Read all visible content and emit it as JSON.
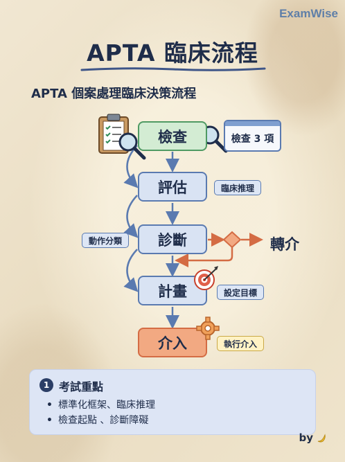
{
  "brand": "ExamWise",
  "title": "APTA 臨床流程",
  "subtitle": "APTA 個案處理臨床決策流程",
  "flow": {
    "steps": [
      "檢查",
      "評估",
      "診斷",
      "計畫",
      "介入"
    ],
    "window_label": "檢查 3 項",
    "tags": {
      "evaluation": "臨床推理",
      "diagnosis": "動作分類",
      "plan": "設定目標",
      "intervention": "執行介入"
    },
    "referral": "轉介"
  },
  "note": {
    "number": "1",
    "title": "考試重點",
    "items": [
      "標準化框架、臨床推理",
      "檢查起點 、診斷障礙"
    ]
  },
  "byline": "by",
  "colors": {
    "node_blue": "#d9e3f3",
    "node_green": "#d3ecd3",
    "node_orange": "#f2a982",
    "arrow_blue": "#5a7ab0",
    "arrow_orange": "#d46c44"
  }
}
